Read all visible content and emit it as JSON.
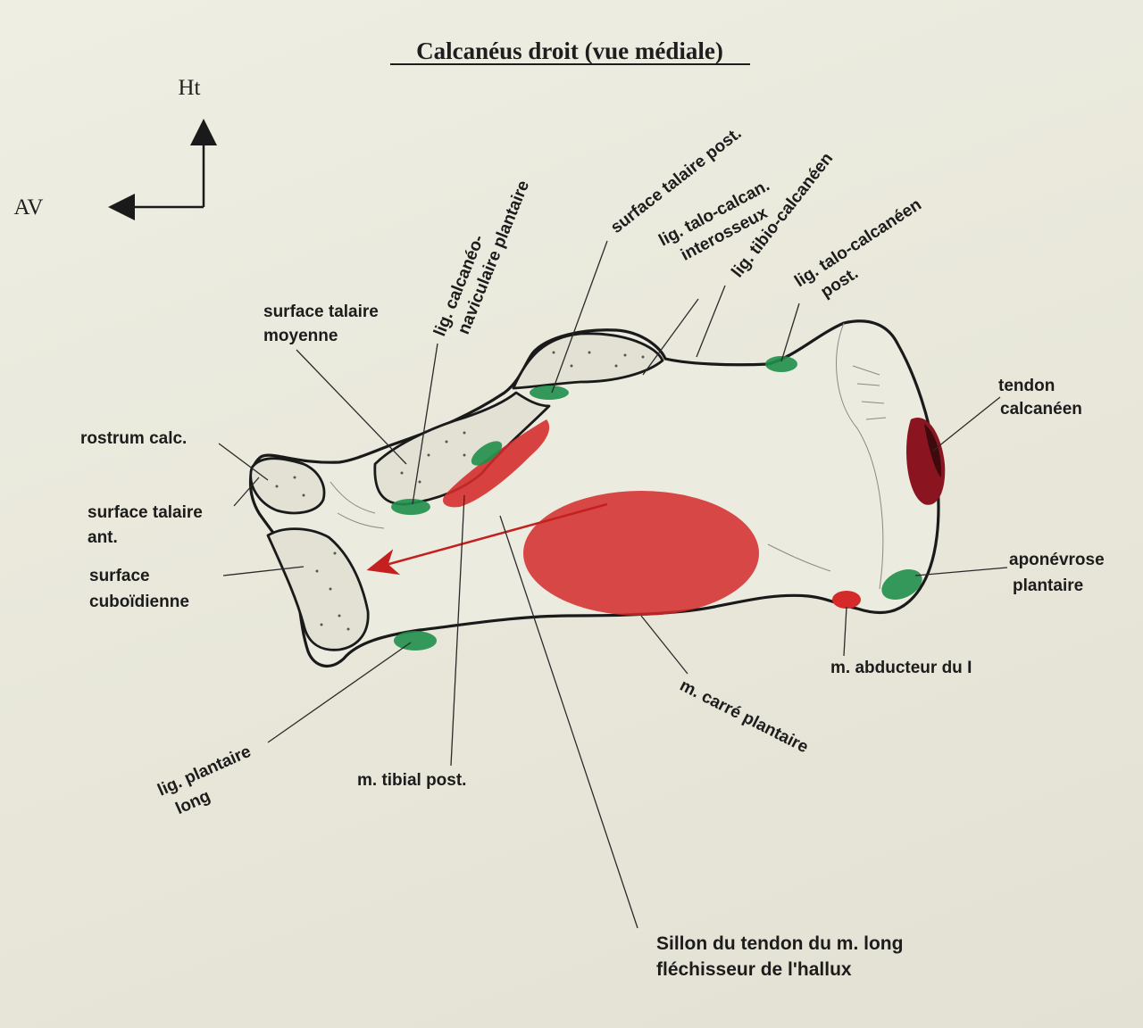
{
  "title": "Calcanéus droit (vue médiale)",
  "orientation": {
    "up": "Ht",
    "front": "AV"
  },
  "labels": {
    "rostrum": "rostrum calc.",
    "surface_talaire_ant_1": "surface talaire",
    "surface_talaire_ant_2": "ant.",
    "surface_cuboidienne_1": "surface",
    "surface_cuboidienne_2": "cuboïdienne",
    "surface_talaire_moyenne_1": "surface talaire",
    "surface_talaire_moyenne_2": "moyenne",
    "lig_calcaneo_1": "lig. calcanéo-",
    "lig_calcaneo_2": "naviculaire plantaire",
    "surface_talaire_post": "surface talaire post.",
    "lig_talo_calcan_1": "lig. talo-calcan.",
    "lig_talo_calcan_2": "interosseux",
    "lig_tibio_calcaneen": "lig. tibio-calcanéen",
    "lig_talo_calcaneen_post_1": "lig. talo-calcanéen",
    "lig_talo_calcaneen_post_2": "post.",
    "tendon_calcaneen_1": "tendon",
    "tendon_calcaneen_2": "calcanéen",
    "aponevrose_1": "aponévrose",
    "aponevrose_2": "plantaire",
    "abducteur": "m. abducteur du I",
    "carre_plantaire": "m. carré plantaire",
    "tibial_post": "m. tibial post.",
    "lig_plantaire_long_1": "lig. plantaire",
    "lig_plantaire_long_2": "long",
    "sillon_1": "Sillon du tendon du m. long",
    "sillon_2": "fléchisseur de l'hallux"
  },
  "colors": {
    "muscle_insertion": "#d42a2a",
    "ligament_insertion": "#1f8f4a",
    "tendon_dark": "#5a0f14",
    "outline": "#1a1a1a"
  }
}
